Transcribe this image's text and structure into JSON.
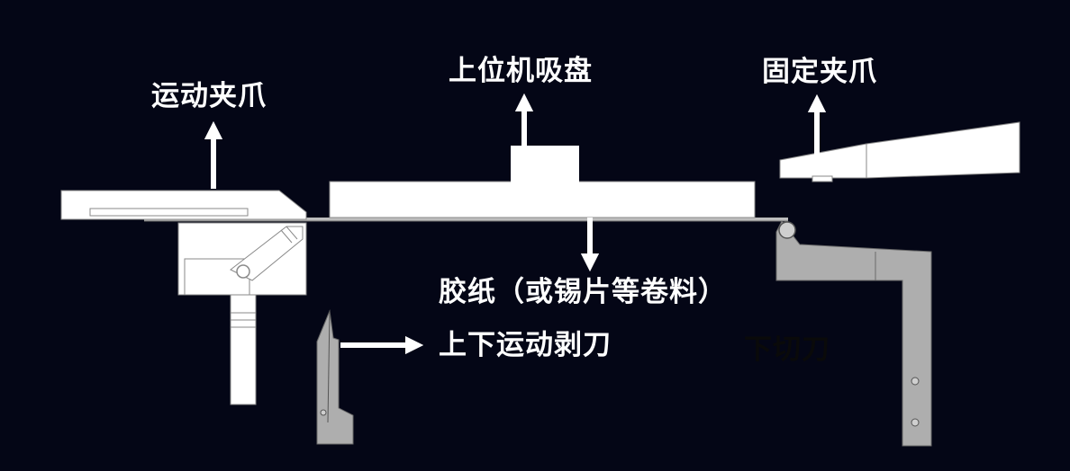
{
  "labels": {
    "moving_clamp": "运动夹爪",
    "host_suction_cup": "上位机吸盘",
    "fixed_clamp": "固定夹爪",
    "tape_material": "胶纸（或锡片等卷料）",
    "peel_blade": "上下运动剥刀",
    "lower_cutter": "下切刀"
  },
  "colors": {
    "background": "#040616",
    "text": "#ffffff",
    "dark_text": "#0a0a0a",
    "part_white": "#ffffff",
    "part_grey": "#aeaeae",
    "outline": "#8a8a8a"
  }
}
